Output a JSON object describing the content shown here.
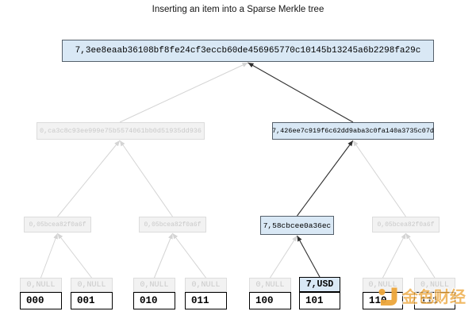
{
  "title": "Inserting an item into a Sparse Merkle tree",
  "colors": {
    "highlight_fill": "#d9e8f5",
    "highlight_border": "#55606b",
    "dim_fill": "#f2f2f2",
    "dim_border": "#dcdcdc",
    "dim_text": "#c9c9c9",
    "edge_dim": "#d4d4d4",
    "edge_strong": "#2e2e2e",
    "leaf_border": "#000000",
    "watermark_orange": "#eda63a"
  },
  "tree": {
    "root": {
      "label": "7,3ee8eaab36108bf8fe24cf3eccb60de456965770c10145b13245a6b2298fa29c",
      "state": "highlighted"
    },
    "level2": [
      {
        "label": "0,ca3c8c93ee999e75b5574061bb0d51935dd936",
        "state": "dimmed"
      },
      {
        "label": "7,426ee7c919f6c62dd9aba3c0fa140a3735c07d",
        "state": "highlighted"
      }
    ],
    "level3": [
      {
        "label": "0,05bcea82f0a6f",
        "state": "dimmed"
      },
      {
        "label": "0,05bcea82f0a6f",
        "state": "dimmed"
      },
      {
        "label": "7,58cbcee0a36ec",
        "state": "highlighted"
      },
      {
        "label": "0,05bcea82f0a6f",
        "state": "dimmed"
      }
    ],
    "level4": [
      {
        "label": "0,NULL",
        "state": "dimmed"
      },
      {
        "label": "0,NULL",
        "state": "dimmed"
      },
      {
        "label": "0,NULL",
        "state": "dimmed"
      },
      {
        "label": "0,NULL",
        "state": "dimmed"
      },
      {
        "label": "0,NULL",
        "state": "dimmed"
      },
      {
        "label": "7,USD",
        "state": "highlighted"
      },
      {
        "label": "0,NULL",
        "state": "dimmed"
      },
      {
        "label": "0,NULL",
        "state": "dimmed"
      }
    ],
    "leaves": [
      "000",
      "001",
      "010",
      "011",
      "100",
      "101",
      "110",
      "111"
    ],
    "highlighted_leaf": "101"
  },
  "watermark": {
    "text": "金色财经",
    "logo": "jinse-finance-logo"
  }
}
